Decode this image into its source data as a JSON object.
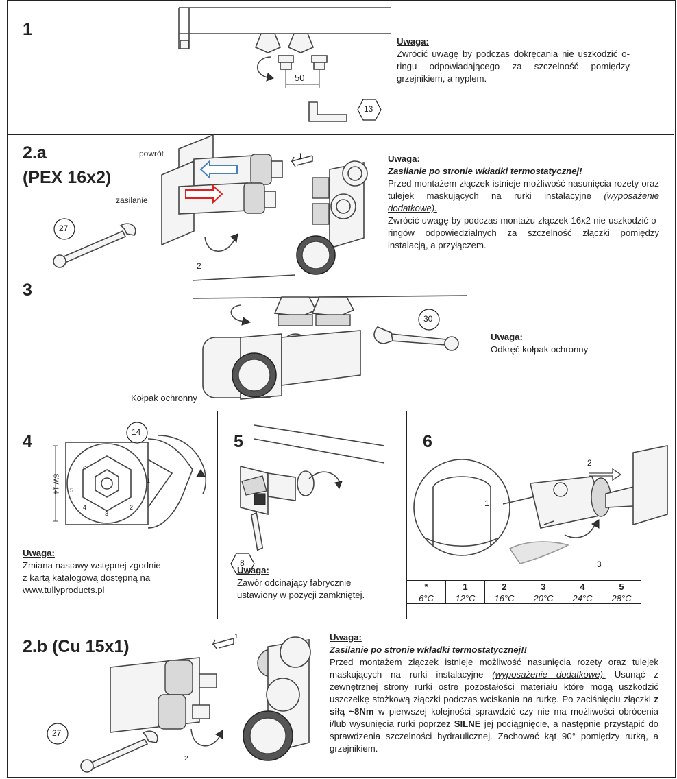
{
  "panel1": {
    "step": "1",
    "dimension": "50",
    "tool_size": "13",
    "note_header": "Uwaga:",
    "note_text": "Zwrócić uwagę by podczas dokręcania nie uszkodzić o-ringu odpowiadającego za szczelność pomiędzy grzejnikiem, a nyplem."
  },
  "panel2a": {
    "step": "2.a",
    "subtitle": "(PEX 16x2)",
    "label_return": "powrót",
    "label_supply": "zasilanie",
    "arrow1": "1",
    "arrow2": "2",
    "tool_size": "27",
    "note_header": "Uwaga:",
    "note_emphasis": "Zasilanie po stronie wkładki termostatycznej!",
    "note_text1": "Przed montażem złączek istnieje możliwość nasunięcia rozety oraz tulejek maskujących na rurki instalacyjne",
    "note_italic": "(wyposażenie dodatkowe).",
    "note_text2": "Zwrócić uwagę by podczas montażu złączek 16x2  nie uszkodzić o-ringów odpowiedzialnych za szczelność złączki pomiędzy instalacją, a przyłączem."
  },
  "panel3": {
    "step": "3",
    "tool_size": "30",
    "cap_label": "Kołpak ochronny",
    "note_header": "Uwaga:",
    "note_text": "Odkręć kołpak ochronny"
  },
  "panel4": {
    "step": "4",
    "tool_size": "14",
    "key_label": "SW 14",
    "dial_marks": [
      "1",
      "2",
      "3",
      "4",
      "5",
      "6"
    ],
    "note_header": "Uwaga:",
    "note_lines": [
      "Zmiana nastawy wstępnej zgodnie",
      "z kartą katalogową dostępną na",
      "www.tullyproducts.pl"
    ]
  },
  "panel5": {
    "step": "5",
    "tool_size": "8",
    "note_header": "Uwaga:",
    "note_lines": [
      "Zawór odcinający fabrycznie",
      "ustawiony w pozycji zamkniętej."
    ]
  },
  "panel6": {
    "step": "6",
    "callout": "1",
    "arrow2": "2",
    "arrow3": "3",
    "table": {
      "headers": [
        "*",
        "1",
        "2",
        "3",
        "4",
        "5"
      ],
      "values": [
        "6°C",
        "12°C",
        "16°C",
        "20°C",
        "24°C",
        "28°C"
      ]
    }
  },
  "panel2b": {
    "step": "2.b (Cu 15x1)",
    "arrow1": "1",
    "arrow2": "2",
    "tool_size": "27",
    "note_header": "Uwaga:",
    "note_emphasis": "Zasilanie po stronie wkładki termostatycznej!!",
    "note_text1": "Przed montażem złączek istnieje możliwość nasunięcia rozety oraz tulejek maskujących na rurki instalacyjne",
    "note_italic": "(wyposażenie dodatkowe).",
    "note_text2": "Usunąć z zewnętrznej strony rurki ostre pozostałości materiału które mogą uszkodzić uszczelkę stożkową złączki podczas wciskania na rurkę. Po zaciśnięciu złączki",
    "note_bold1": "z siłą ~8Nm",
    "note_text3": "w pierwszej kolejności sprawdzić czy nie ma możliwości obrócenia i/lub wysunięcia rurki poprzez",
    "note_bold2": "SILNE",
    "note_text4": "jej pociągnięcie, a następnie przystąpić do sprawdzenia szczelności hydraulicznej. Zachować kąt 90° pomiędzy rurką, a grzejnikiem."
  },
  "colors": {
    "border": "#222222",
    "arrow_blue": "#4a7fc1",
    "arrow_red": "#e02020"
  }
}
